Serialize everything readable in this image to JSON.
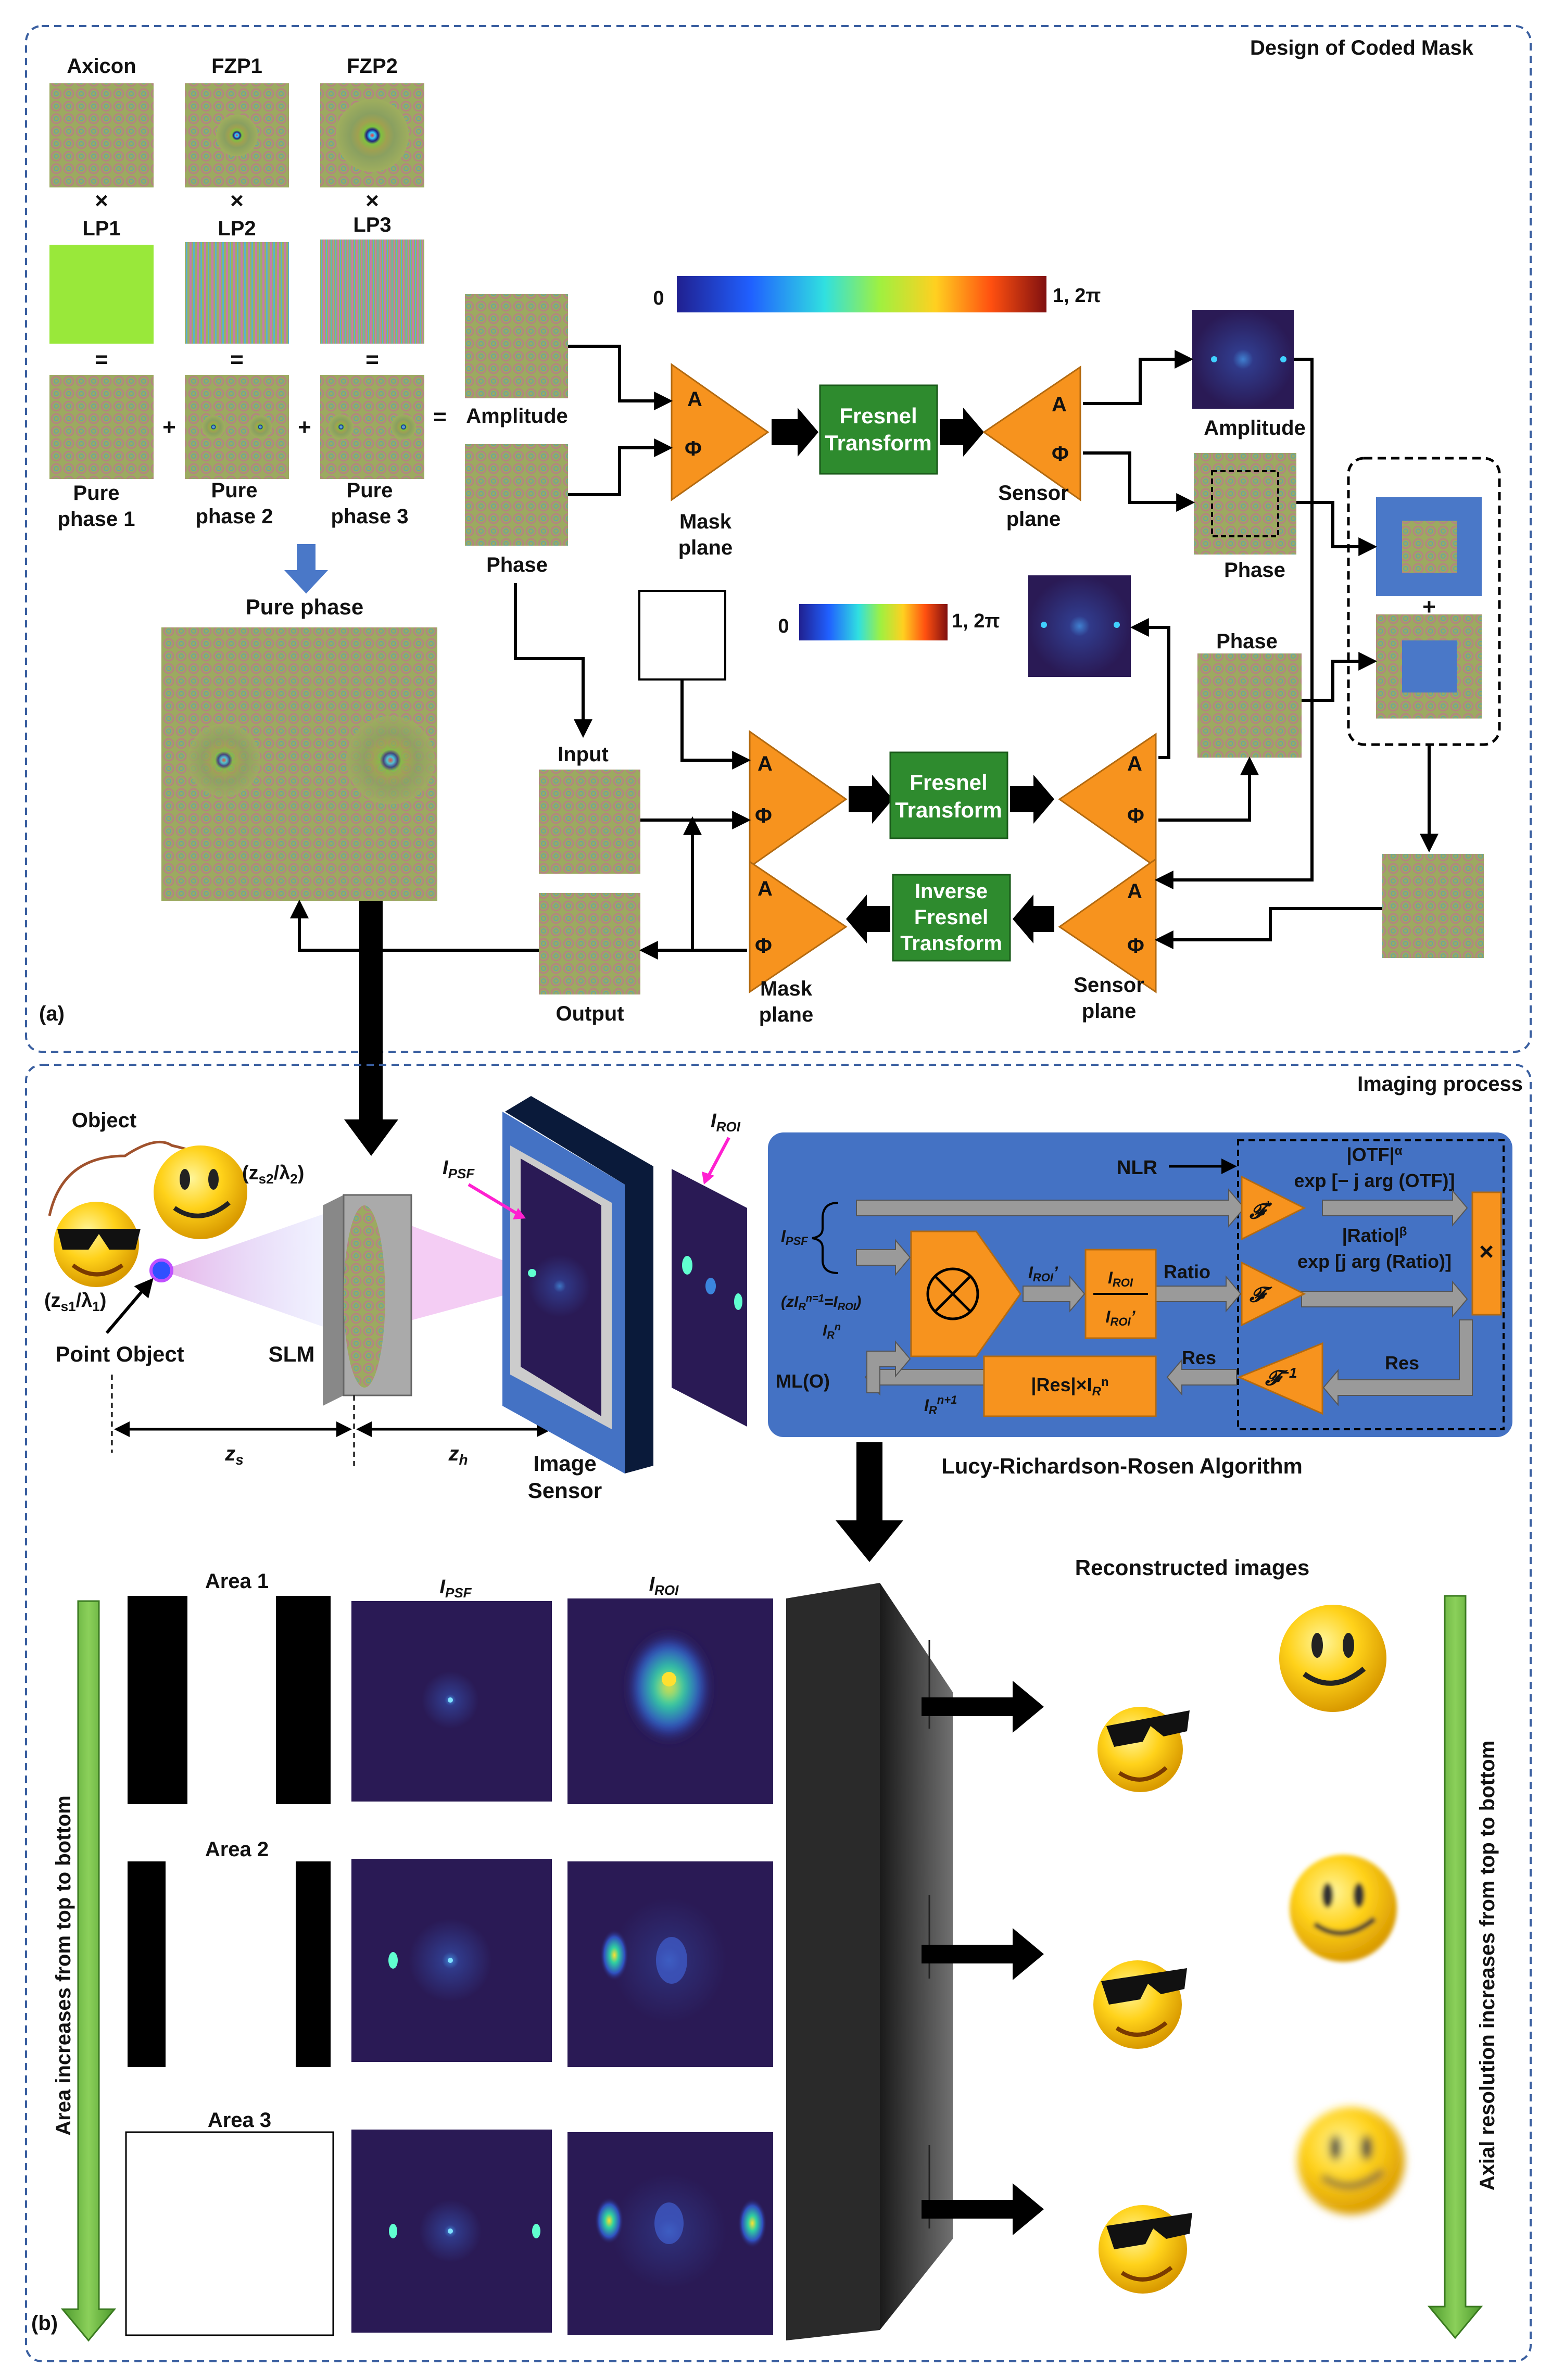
{
  "panel_a": {
    "title": "Design of Coded Mask",
    "label": "(a)",
    "top_labels": [
      "Axicon",
      "FZP1",
      "FZP2"
    ],
    "times": "×",
    "lp_labels": [
      "LP1",
      "LP2",
      "LP3"
    ],
    "equals": "=",
    "plus": "+",
    "pure_phase_labels": [
      "Pure",
      "phase 1",
      "Pure",
      "phase 2",
      "Pure",
      "phase 3"
    ],
    "pure_phase_title": "Pure phase",
    "amplitude": "Amplitude",
    "phase": "Phase",
    "mask_plane": [
      "Mask",
      "plane"
    ],
    "sensor_plane": [
      "Sensor",
      "plane"
    ],
    "fresnel": [
      "Fresnel",
      "Transform"
    ],
    "inverse_fresnel": [
      "Inverse",
      "Fresnel",
      "Transform"
    ],
    "letter_a": "A",
    "letter_phi": "Φ",
    "colorbar1": {
      "min": "0",
      "max": "1, 2π"
    },
    "colorbar2": {
      "min": "0",
      "max": "1, 2π"
    },
    "input": "Input",
    "output": "Output",
    "amplitude_out": "Amplitude",
    "phase_out1": "Phase",
    "phase_out2": "Phase",
    "plus2": "+"
  },
  "panel_b": {
    "title": "Imaging process",
    "label": "(b)",
    "object": "Object",
    "z1": "(z",
    "zs1": "s1",
    "lam1": "/λ",
    "one": "1",
    "close": ")",
    "zs2": "s2",
    "two": "2",
    "point_object": "Point Object",
    "slm": "SLM",
    "z": "z",
    "s_sub": "s",
    "h_sub": "h",
    "image_sensor": [
      "Image",
      "Sensor"
    ],
    "ipsf_I": "I",
    "psf_sub": "PSF",
    "roi_sub": "ROI",
    "algo_title": "Lucy-Richardson-Rosen Algorithm",
    "nlr": "NLR",
    "otf_mag": "|OTF|",
    "alpha": "α",
    "exp_otf": "exp [− j arg (OTF)]",
    "ratio_mag": "|Ratio|",
    "beta": "β",
    "exp_ratio": "exp [j arg (Ratio)]",
    "ratio": "Ratio",
    "res": "Res",
    "res_tilde": "Res",
    "ml": "ML(O)",
    "f_sym": "𝓕",
    "f_star": "*",
    "f_inv": "−1",
    "ir_n": "I",
    "R_sub": "R",
    "n_sup": "n",
    "n1_sup": "n+1",
    "nis1": "n=1",
    "eq": "=I",
    "res_times": "|Res|×I",
    "prime": "’",
    "rec_title": "Reconstructed images",
    "areas": [
      "Area 1",
      "Area 2",
      "Area 3"
    ],
    "left_arrow_text": "Area increases from top to bottom",
    "right_arrow_text": "Axial resolution increases from top to bottom"
  },
  "colors": {
    "orange": "#f7931e",
    "green": "#2e8b2e",
    "blue_panel": "#4472c4",
    "dark_purple": "#2a1a55",
    "arrow_green": "#6aa84f"
  }
}
